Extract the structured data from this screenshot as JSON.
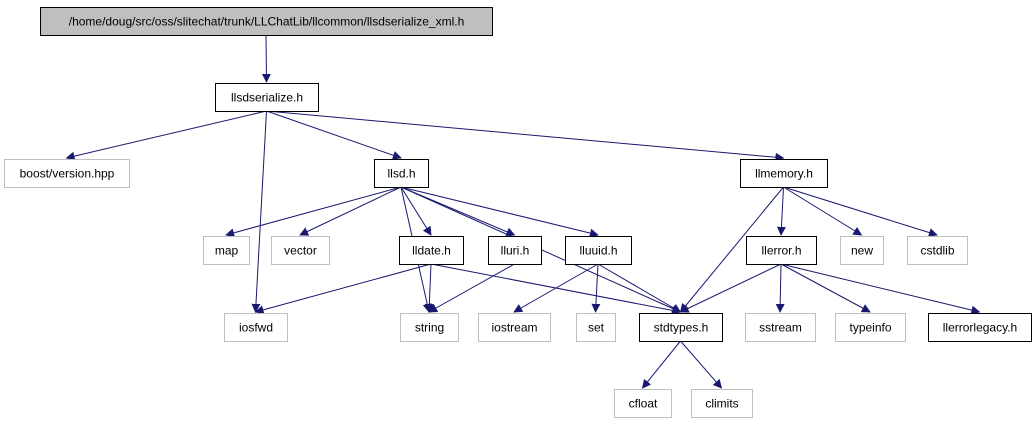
{
  "colors": {
    "edge": "#191970",
    "root_fill": "#bfbfbf",
    "documented_border": "#000000",
    "external_border": "#bfbfbf",
    "external_text": "#555555"
  },
  "nodes": [
    {
      "id": "root",
      "label": "/home/doug/src/oss/slitechat/trunk/LLChatLib/llcommon/llsdserialize_xml.h",
      "kind": "root"
    },
    {
      "id": "llsdserialize",
      "label": "llsdserialize.h",
      "kind": "doc"
    },
    {
      "id": "boostversion",
      "label": "boost/version.hpp",
      "kind": "ext"
    },
    {
      "id": "llsd",
      "label": "llsd.h",
      "kind": "doc"
    },
    {
      "id": "llmemory",
      "label": "llmemory.h",
      "kind": "doc"
    },
    {
      "id": "map",
      "label": "map",
      "kind": "ext"
    },
    {
      "id": "vector",
      "label": "vector",
      "kind": "ext"
    },
    {
      "id": "lldate",
      "label": "lldate.h",
      "kind": "doc"
    },
    {
      "id": "lluri",
      "label": "lluri.h",
      "kind": "doc"
    },
    {
      "id": "lluuid",
      "label": "lluuid.h",
      "kind": "doc"
    },
    {
      "id": "new",
      "label": "new",
      "kind": "ext"
    },
    {
      "id": "cstdlib",
      "label": "cstdlib",
      "kind": "ext"
    },
    {
      "id": "llerror",
      "label": "llerror.h",
      "kind": "doc"
    },
    {
      "id": "iosfwd",
      "label": "iosfwd",
      "kind": "ext"
    },
    {
      "id": "string",
      "label": "string",
      "kind": "ext"
    },
    {
      "id": "iostream",
      "label": "iostream",
      "kind": "ext"
    },
    {
      "id": "set",
      "label": "set",
      "kind": "ext"
    },
    {
      "id": "stdtypes",
      "label": "stdtypes.h",
      "kind": "doc"
    },
    {
      "id": "sstream",
      "label": "sstream",
      "kind": "ext"
    },
    {
      "id": "typeinfo",
      "label": "typeinfo",
      "kind": "ext"
    },
    {
      "id": "llerrorlegacy",
      "label": "llerrorlegacy.h",
      "kind": "doc"
    },
    {
      "id": "cfloat",
      "label": "cfloat",
      "kind": "ext"
    },
    {
      "id": "climits",
      "label": "climits",
      "kind": "ext"
    }
  ],
  "edges": [
    [
      "root",
      "llsdserialize"
    ],
    [
      "llsdserialize",
      "boostversion"
    ],
    [
      "llsdserialize",
      "llsd"
    ],
    [
      "llsdserialize",
      "llmemory"
    ],
    [
      "llsdserialize",
      "iosfwd"
    ],
    [
      "llsd",
      "map"
    ],
    [
      "llsd",
      "vector"
    ],
    [
      "llsd",
      "lldate"
    ],
    [
      "llsd",
      "lluri"
    ],
    [
      "llsd",
      "lluuid"
    ],
    [
      "llsd",
      "string"
    ],
    [
      "llsd",
      "stdtypes"
    ],
    [
      "llmemory",
      "new"
    ],
    [
      "llmemory",
      "cstdlib"
    ],
    [
      "llmemory",
      "llerror"
    ],
    [
      "llmemory",
      "stdtypes"
    ],
    [
      "lldate",
      "iosfwd"
    ],
    [
      "lldate",
      "string"
    ],
    [
      "lldate",
      "stdtypes"
    ],
    [
      "lluri",
      "string"
    ],
    [
      "lluuid",
      "iostream"
    ],
    [
      "lluuid",
      "set"
    ],
    [
      "lluuid",
      "stdtypes"
    ],
    [
      "llerror",
      "sstream"
    ],
    [
      "llerror",
      "typeinfo"
    ],
    [
      "llerror",
      "llerrorlegacy"
    ],
    [
      "llerror",
      "stdtypes"
    ],
    [
      "stdtypes",
      "cfloat"
    ],
    [
      "stdtypes",
      "climits"
    ]
  ]
}
